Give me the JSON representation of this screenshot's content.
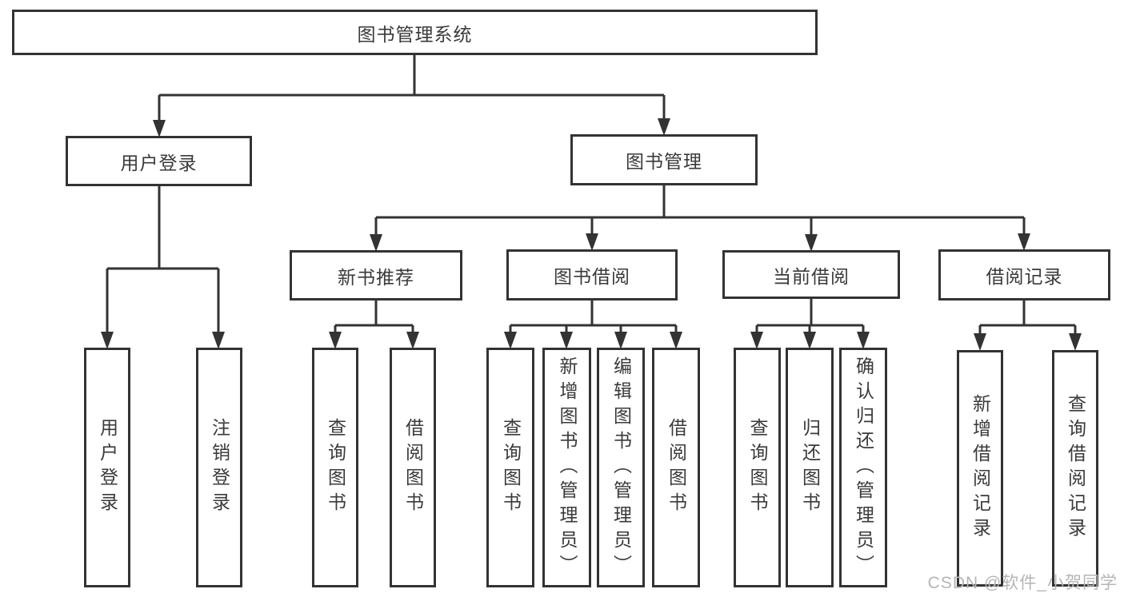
{
  "nodes": {
    "root": "图书管理系统",
    "user_login": "用户登录",
    "book_management": "图书管理",
    "new_book_recommendation": "新书推荐",
    "book_borrowing": "图书借阅",
    "current_borrowing": "当前借阅",
    "borrowing_records": "借阅记录",
    "login": "用户登录",
    "logout": "注销登录",
    "nb_query_books": "查询图书",
    "nb_borrow_books": "借阅图书",
    "bb_query_books": "查询图书",
    "bb_add_books": "新增图书（管理员）",
    "bb_edit_books": "编辑图书（管理员）",
    "bb_borrow_books": "借阅图书",
    "cb_query_books": "查询图书",
    "cb_return_books": "归还图书",
    "cb_confirm_return": "确认归还（管理员）",
    "br_add_record": "新增借阅记录",
    "br_query_record": "查询借阅记录"
  },
  "watermark": "CSDN @软件_小贺同学",
  "colors": {
    "line": "#333333",
    "text": "#3a3a3a",
    "box_fill": "#ffffff",
    "watermark": "#b5b5b5"
  }
}
